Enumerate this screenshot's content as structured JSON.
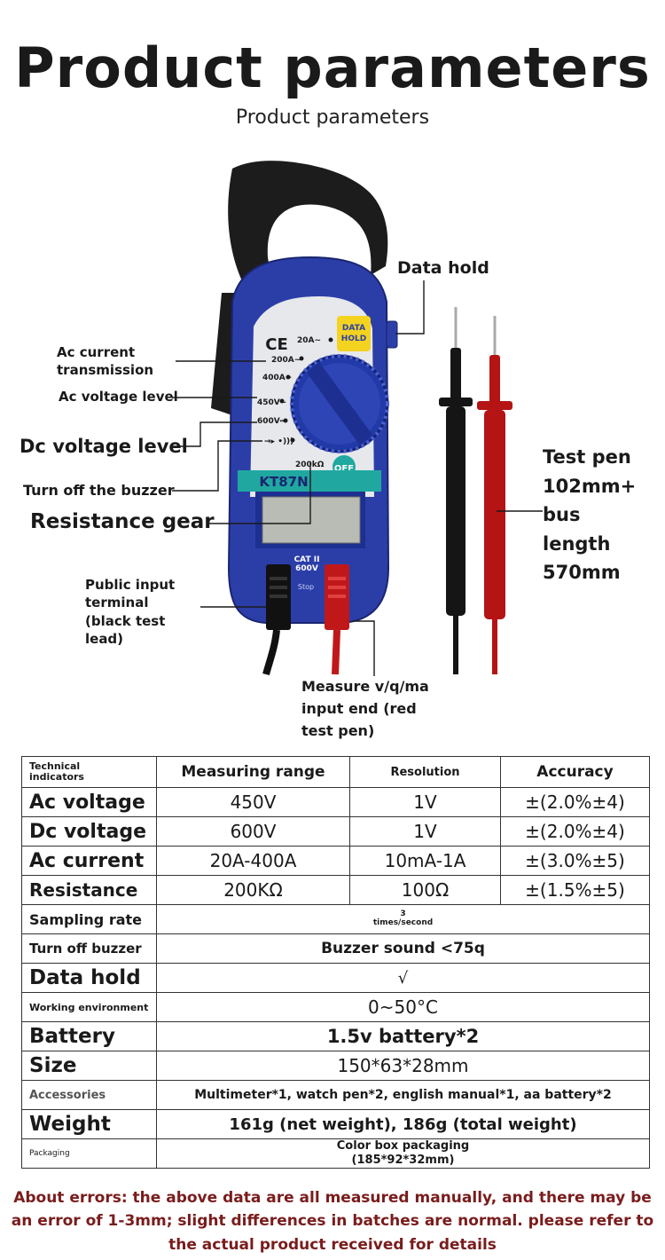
{
  "header": {
    "title": "Product parameters",
    "subtitle": "Product parameters"
  },
  "device": {
    "model": "KT87N",
    "ce_mark": "CE",
    "data_hold_key": [
      "DATA",
      "HOLD"
    ],
    "dial_marks": [
      "20A~",
      "200A~",
      "400A~",
      "450V~",
      "600V⎓",
      "→▸ •)))",
      "200kΩ",
      "OFF"
    ],
    "category": [
      "CAT II",
      "600V"
    ],
    "stop_text": "Stop",
    "colors": {
      "body": "#2b3ea8",
      "dial": "#2d45b5",
      "teal": "#20a8a0",
      "red_lead": "#c01818",
      "black_lead": "#111111",
      "hold_key": "#f4d320"
    }
  },
  "callouts": {
    "data_hold": "Data hold",
    "ac_current": [
      "Ac current",
      "transmission"
    ],
    "ac_voltage": "Ac voltage level",
    "dc_voltage": "Dc voltage level",
    "buzzer": "Turn off the buzzer",
    "resistance": "Resistance gear",
    "common_terminal": [
      "Public input",
      "terminal",
      "(black test",
      "lead)"
    ],
    "test_pen": [
      "Test pen",
      "102mm+",
      "bus",
      "length",
      "570mm"
    ],
    "measure_input": [
      "Measure v/q/ma",
      "input end (red",
      "test pen)"
    ]
  },
  "spec_table": {
    "header": {
      "label": [
        "Technical",
        "indicators"
      ],
      "range": "Measuring range",
      "resolution": "Resolution",
      "accuracy": "Accuracy"
    },
    "measure_rows": [
      {
        "label": "Ac voltage",
        "range": "450V",
        "resolution": "1V",
        "accuracy": "±(2.0%±4)"
      },
      {
        "label": "Dc voltage",
        "range": "600V",
        "resolution": "1V",
        "accuracy": "±(2.0%±4)"
      },
      {
        "label": "Ac current",
        "range": "20A-400A",
        "resolution": "10mA-1A",
        "accuracy": "±(3.0%±5)"
      },
      {
        "label": "Resistance",
        "range": "200KΩ",
        "resolution": "100Ω",
        "accuracy": "±(1.5%±5)"
      }
    ],
    "sampling_rate": {
      "label": "Sampling rate",
      "value": [
        "3",
        "times/second"
      ]
    },
    "turn_off_buzzer": {
      "label": "Turn off buzzer",
      "value": "Buzzer sound <75q"
    },
    "data_hold": {
      "label": "Data hold",
      "value": "√"
    },
    "working_environment": {
      "label": "Working environment",
      "value": "0~50°C"
    },
    "battery": {
      "label": "Battery",
      "value": "1.5v battery*2"
    },
    "size": {
      "label": "Size",
      "value": "150*63*28mm"
    },
    "accessories": {
      "label": "Accessories",
      "value": "Multimeter*1, watch pen*2, english manual*1, aa battery*2"
    },
    "weight": {
      "label": "Weight",
      "value": "161g (net weight), 186g (total weight)"
    },
    "packaging": {
      "label": "Packaging",
      "value": [
        "Color box packaging",
        "(185*92*32mm)"
      ]
    }
  },
  "footer": {
    "note": [
      "About errors: the above data are all measured manually, and there may be",
      "an error of 1-3mm; slight differences in batches are normal. please refer to",
      "the actual product received for details"
    ]
  }
}
